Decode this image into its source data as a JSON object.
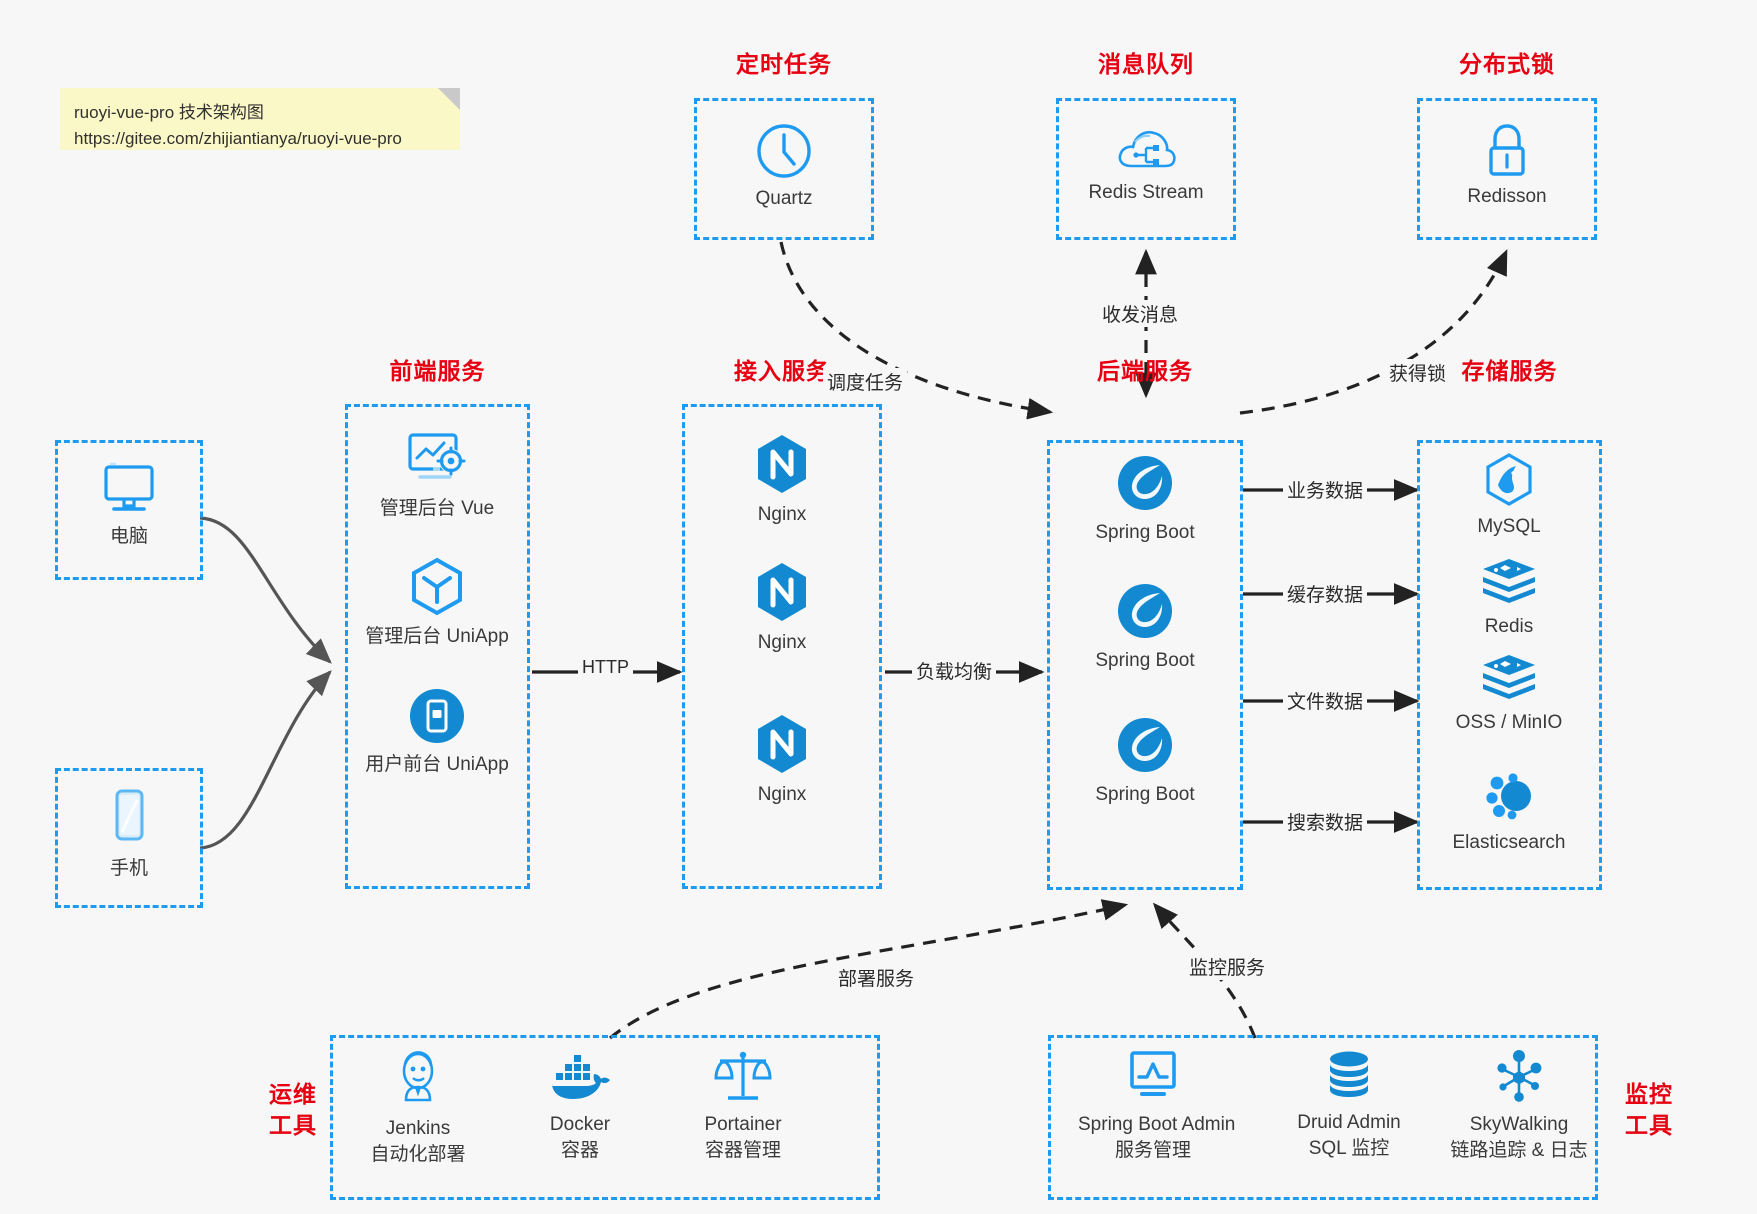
{
  "note": {
    "line1": "ruoyi-vue-pro 技术架构图",
    "line2": "https://gitee.com/zhijiantianya/ruoyi-vue-pro"
  },
  "colors": {
    "accent": "#1e9bf0",
    "title_red": "#e60012",
    "note_bg": "#fbf8c8",
    "canvas_bg": "#f7f7f7",
    "arrow": "#222222",
    "curve": "#555555"
  },
  "groups": {
    "scheduler": {
      "title": "定时任务",
      "nodes": [
        {
          "label": "Quartz",
          "icon": "clock-icon"
        }
      ]
    },
    "mq": {
      "title": "消息队列",
      "nodes": [
        {
          "label": "Redis Stream",
          "icon": "cloud-stream-icon"
        }
      ]
    },
    "lock": {
      "title": "分布式锁",
      "nodes": [
        {
          "label": "Redisson",
          "icon": "lock-icon"
        }
      ]
    },
    "client_pc": {
      "nodes": [
        {
          "label": "电脑",
          "icon": "desktop-icon"
        }
      ]
    },
    "client_mobile": {
      "nodes": [
        {
          "label": "手机",
          "icon": "phone-icon"
        }
      ]
    },
    "frontend": {
      "title": "前端服务",
      "nodes": [
        {
          "label": "管理后台 Vue",
          "icon": "dashboard-gear-icon"
        },
        {
          "label": "管理后台 UniApp",
          "icon": "hexagon-cube-icon"
        },
        {
          "label": "用户前台 UniApp",
          "icon": "app-circle-icon"
        }
      ]
    },
    "gateway": {
      "title": "接入服务",
      "nodes": [
        {
          "label": "Nginx",
          "icon": "nginx-icon"
        },
        {
          "label": "Nginx",
          "icon": "nginx-icon"
        },
        {
          "label": "Nginx",
          "icon": "nginx-icon"
        }
      ]
    },
    "backend": {
      "title": "后端服务",
      "nodes": [
        {
          "label": "Spring Boot",
          "icon": "spring-boot-icon"
        },
        {
          "label": "Spring Boot",
          "icon": "spring-boot-icon"
        },
        {
          "label": "Spring Boot",
          "icon": "spring-boot-icon"
        }
      ]
    },
    "storage": {
      "title": "存储服务",
      "nodes": [
        {
          "label": "MySQL",
          "icon": "mysql-icon"
        },
        {
          "label": "Redis",
          "icon": "redis-icon"
        },
        {
          "label": "OSS / MinIO",
          "icon": "oss-icon"
        },
        {
          "label": "Elasticsearch",
          "icon": "elasticsearch-icon"
        }
      ]
    },
    "devops": {
      "title": "运维\n工具",
      "title_lines": [
        "运维",
        "工具"
      ],
      "nodes": [
        {
          "label": "Jenkins",
          "sub": "自动化部署",
          "icon": "jenkins-icon"
        },
        {
          "label": "Docker",
          "sub": "容器",
          "icon": "docker-icon"
        },
        {
          "label": "Portainer",
          "sub": "容器管理",
          "icon": "scales-icon"
        }
      ]
    },
    "monitor": {
      "title_lines": [
        "监控",
        "工具"
      ],
      "nodes": [
        {
          "label": "Spring Boot Admin",
          "sub": "服务管理",
          "icon": "monitor-chart-icon"
        },
        {
          "label": "Druid Admin",
          "sub": "SQL 监控",
          "icon": "database-icon"
        },
        {
          "label": "SkyWalking",
          "sub": "链路追踪 & 日志",
          "icon": "skywalking-icon"
        }
      ]
    }
  },
  "edges": [
    {
      "id": "http",
      "label": "HTTP"
    },
    {
      "id": "lb",
      "label": "负载均衡"
    },
    {
      "id": "schedule",
      "label": "调度任务"
    },
    {
      "id": "mq_msg",
      "label": "收发消息"
    },
    {
      "id": "acquire_lock",
      "label": "获得锁"
    },
    {
      "id": "biz_data",
      "label": "业务数据"
    },
    {
      "id": "cache_data",
      "label": "缓存数据"
    },
    {
      "id": "file_data",
      "label": "文件数据"
    },
    {
      "id": "search_data",
      "label": "搜索数据"
    },
    {
      "id": "deploy",
      "label": "部署服务"
    },
    {
      "id": "monitor_svc",
      "label": "监控服务"
    }
  ]
}
